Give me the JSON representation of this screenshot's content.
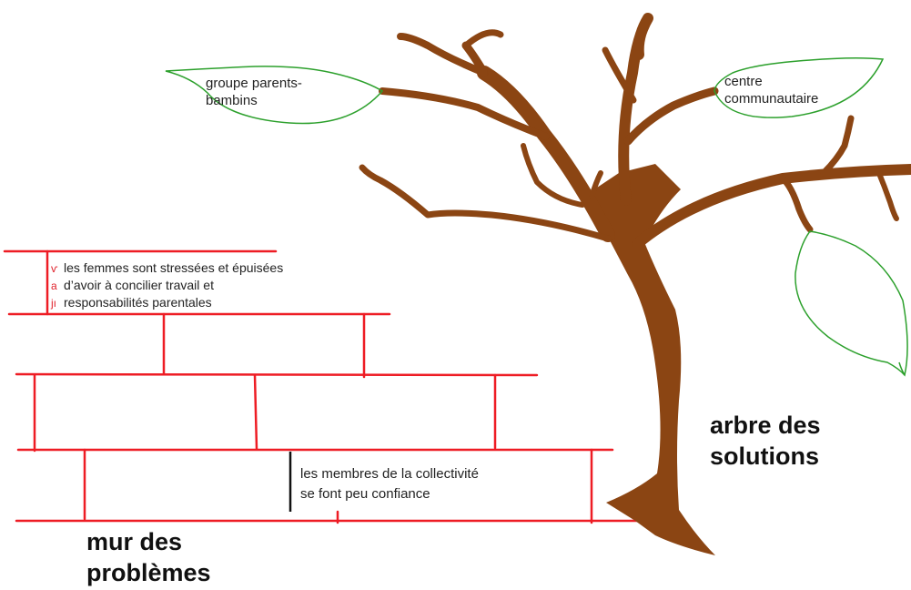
{
  "colors": {
    "brick": "#ee1c24",
    "tree": "#8b4513",
    "leaf": "#2ca02c",
    "marker": "#e0202a"
  },
  "leaves": {
    "left": {
      "line1": "groupe parents-",
      "line2": "bambins"
    },
    "right": {
      "line1": "centre",
      "line2": "communautaire"
    }
  },
  "wall_items": {
    "top": {
      "line1": "les femmes sont stressées et épuisées",
      "line2": "d’avoir à concilier travail et",
      "line3": "responsabilités parentales"
    },
    "bottom": {
      "line1": "les membres de la collectivité",
      "line2": "se font peu confiance"
    }
  },
  "labels": {
    "tree": {
      "line1": "arbre des",
      "line2": "solutions"
    },
    "wall": {
      "line1": "mur des",
      "line2": "problèmes"
    }
  },
  "red_marks": [
    "ѵ",
    "a",
    "jı"
  ]
}
